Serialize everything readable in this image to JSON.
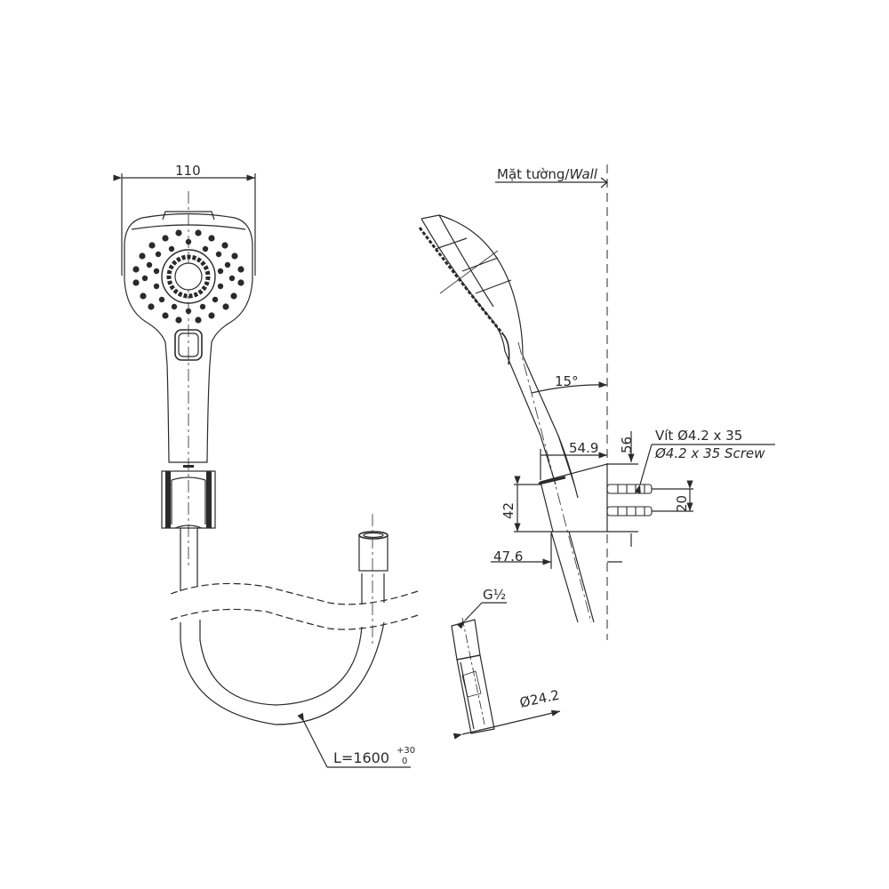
{
  "drawing": {
    "title": "Hand shower technical drawing",
    "stroke_color": "#2a2a2a",
    "background": "#ffffff"
  },
  "front_view": {
    "width_dim": "110"
  },
  "side_view": {
    "wall_label_vi": "Mặt tường/",
    "wall_label_en": "Wall",
    "angle_dim": "15°",
    "dim_54_9": "54.9",
    "dim_56": "56",
    "dim_42": "42",
    "dim_47_6": "47.6",
    "dim_20": "20",
    "screw_label_vi": "Vít Ø4.2 x 35",
    "screw_label_en": "Ø4.2 x 35 Screw"
  },
  "connector": {
    "thread_label": "G½",
    "diameter_dim": "Ø24.2"
  },
  "hose": {
    "length_label": "L=1600",
    "tolerance_upper": "+30",
    "tolerance_lower": "0"
  }
}
